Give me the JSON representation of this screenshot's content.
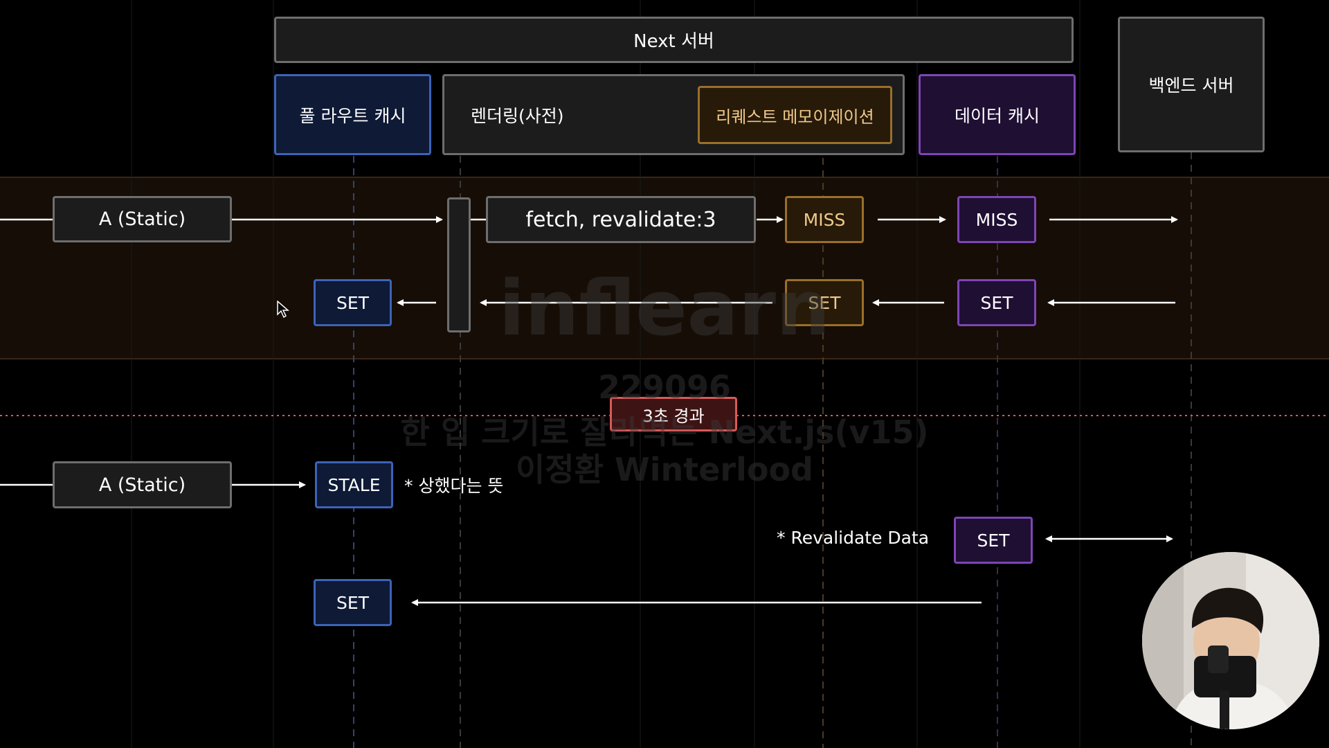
{
  "header": {
    "next_server": "Next 서버",
    "backend_server": "백엔드 서버"
  },
  "layers": {
    "full_route_cache": "풀 라우트 캐시",
    "rendering": "렌더링(사전)",
    "request_memo": "리퀘스트 메모이제이션",
    "data_cache": "데이터 캐시"
  },
  "flow1": {
    "route": "A (Static)",
    "fetch": "fetch, revalidate:3",
    "memo_miss": "MISS",
    "data_miss": "MISS",
    "route_set": "SET",
    "memo_set": "SET",
    "data_set": "SET"
  },
  "divider": {
    "label": "3초 경과"
  },
  "flow2": {
    "route": "A (Static)",
    "stale": "STALE",
    "stale_note": "* 상했다는 뜻",
    "revalidate_note": "* Revalidate Data",
    "data_set": "SET",
    "route_set": "SET"
  },
  "watermark": {
    "brand": "inflearn",
    "id": "229096",
    "course": "한 입 크기로 잘라먹는 Next.js(v15)",
    "author": "이정환 Winterlood"
  },
  "colors": {
    "blue_border": "#3d63b8",
    "purple_border": "#7d45b5",
    "orange_border": "#9a6f2a",
    "orange_text": "#f2c98a",
    "red_dotted": "#d85a5a"
  }
}
